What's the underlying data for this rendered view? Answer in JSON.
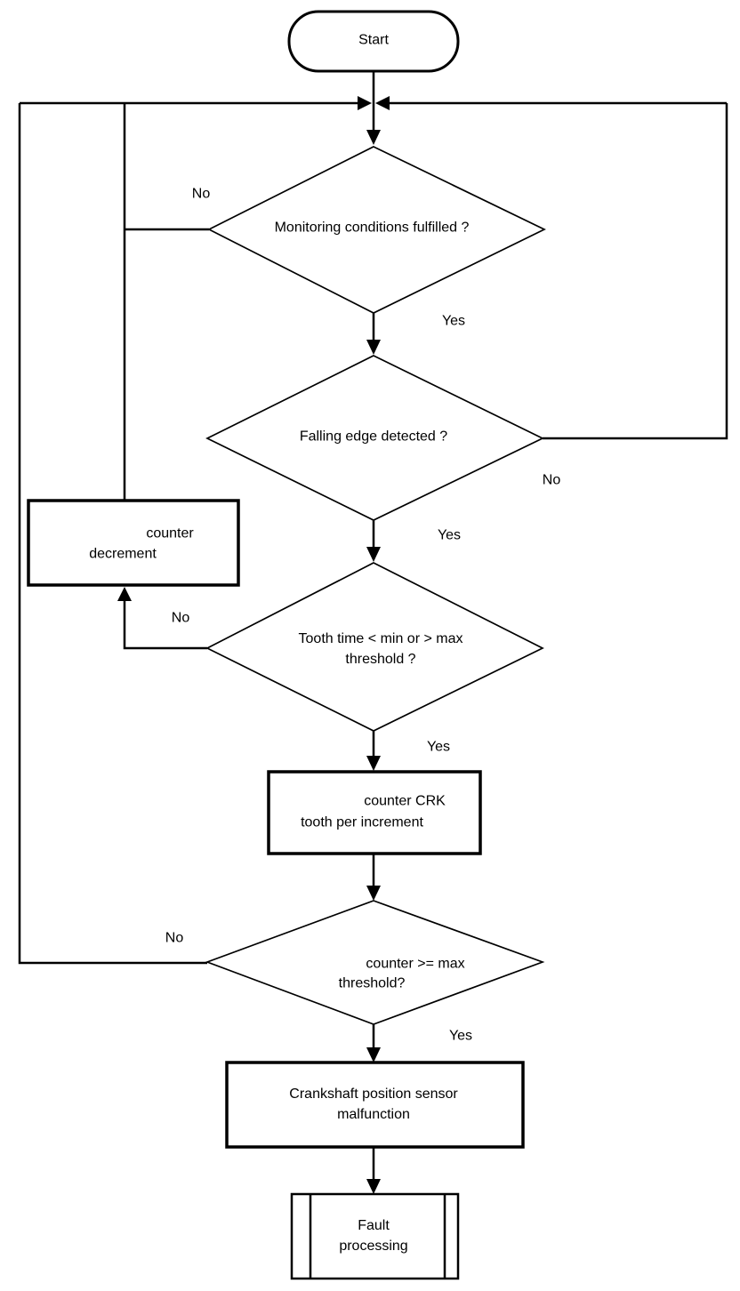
{
  "nodes": {
    "start": {
      "type": "terminator",
      "label": "Start"
    },
    "monitoring_conditions": {
      "type": "decision",
      "label": "Monitoring conditions fulfilled ?"
    },
    "falling_edge": {
      "type": "decision",
      "label": "Falling edge detected ?"
    },
    "tooth_time": {
      "type": "decision",
      "lines": [
        "Tooth time < min or > max",
        "threshold ?"
      ]
    },
    "counter_decrement": {
      "type": "process",
      "lines": [
        "counter",
        "decrement"
      ]
    },
    "counter_crk": {
      "type": "process",
      "lines": [
        "counter CRK",
        "tooth per increment"
      ]
    },
    "counter_threshold": {
      "type": "decision",
      "lines": [
        "counter >= max",
        "threshold?"
      ]
    },
    "crankshaft_malfunction": {
      "type": "process",
      "lines": [
        "Crankshaft position sensor",
        "malfunction"
      ]
    },
    "fault_processing": {
      "type": "predefined-process",
      "lines": [
        "Fault",
        "processing"
      ]
    }
  },
  "edge_labels": {
    "monitoring_no": "No",
    "monitoring_yes": "Yes",
    "falling_edge_no": "No",
    "falling_edge_yes": "Yes",
    "tooth_time_no": "No",
    "tooth_time_yes": "Yes",
    "counter_threshold_no": "No",
    "counter_threshold_yes": "Yes"
  },
  "colors": {
    "stroke": "#000000",
    "background": "#ffffff",
    "text": "#000000"
  }
}
